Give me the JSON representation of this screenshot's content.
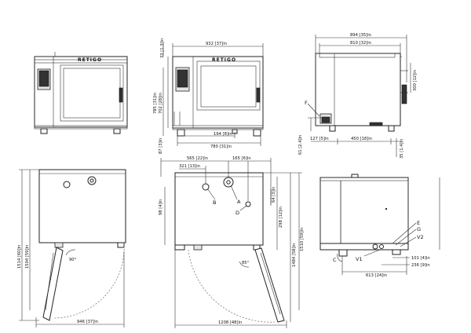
{
  "brand": "RETIGO",
  "front_view": {
    "width": "932 [37]in",
    "top_offset": "33 [1.3]in",
    "height_total": "785 [31]in",
    "height_body": "702 [28]in",
    "foot_height": "87 [3]in",
    "feet_span": "780 [31]in",
    "drain_offset": "194 [8]in"
  },
  "side_view": {
    "depth_total": "894 [35]in",
    "depth_body": "810 [32]in",
    "handle_height": "300 [12]in",
    "foot_height": "61 [2.4]in",
    "foot_offset": "127 [5]in",
    "feet_span": "450 [18]in",
    "rear_foot": "35 [1.4]in",
    "label_f": "F"
  },
  "top_view_left": {
    "depth_open": "1514 [60]in",
    "depth_closed": "1504 [59]in",
    "width_open": "946 [37]in",
    "door_angle": "90°"
  },
  "top_view_mid": {
    "dim_565": "565 [22]in",
    "dim_321": "321 [13]in",
    "dim_165": "165 [6]in",
    "dim_98": "98 [4]in",
    "dim_64": "64 [3]in",
    "dim_298": "298 [12]in",
    "depth_open": "1484 [58]in",
    "depth_closed": "1510 [59]in",
    "width_open": "1208 [48]in",
    "door_angle": "85°",
    "label_a": "A",
    "label_b": "B",
    "label_d": "D"
  },
  "rear_view": {
    "label_e": "E",
    "label_g": "G",
    "label_v2": "V2",
    "label_v1": "V1",
    "label_c": "C",
    "dim_101": "101 [4]in",
    "dim_236": "236 [9]in",
    "dim_613": "613 [24]in"
  }
}
